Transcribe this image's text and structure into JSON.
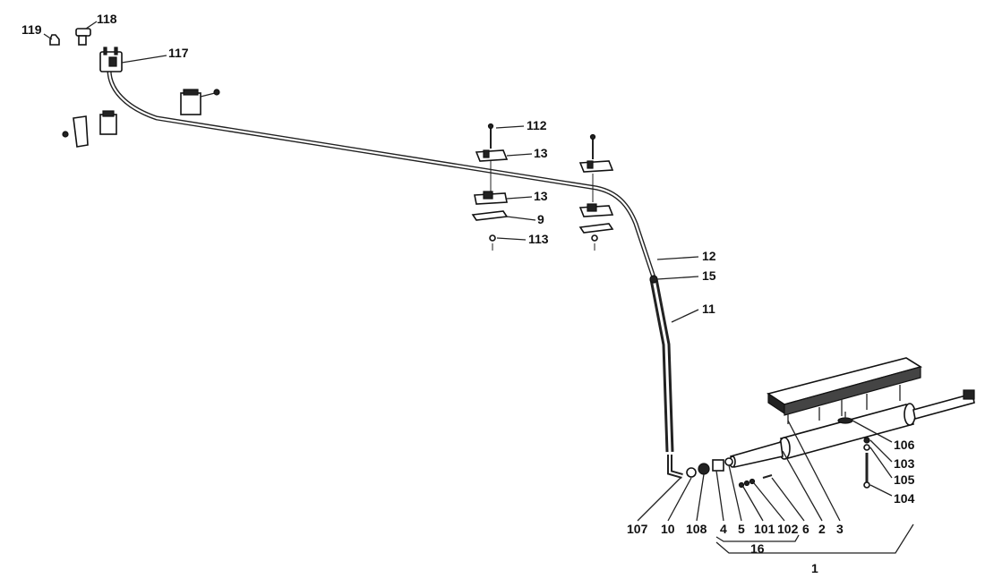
{
  "labels": {
    "l119": "119",
    "l118": "118",
    "l117": "117",
    "l112": "112",
    "l13a": "13",
    "l13b": "13",
    "l9": "9",
    "l113": "113",
    "l12": "12",
    "l15": "15",
    "l11": "11",
    "l106": "106",
    "l103": "103",
    "l105": "105",
    "l104": "104",
    "l107": "107",
    "l10": "10",
    "l108": "108",
    "l4": "4",
    "l5": "5",
    "l101": "101",
    "l102": "102",
    "l6": "6",
    "l2": "2",
    "l3": "3",
    "l16": "16",
    "l1": "1"
  }
}
